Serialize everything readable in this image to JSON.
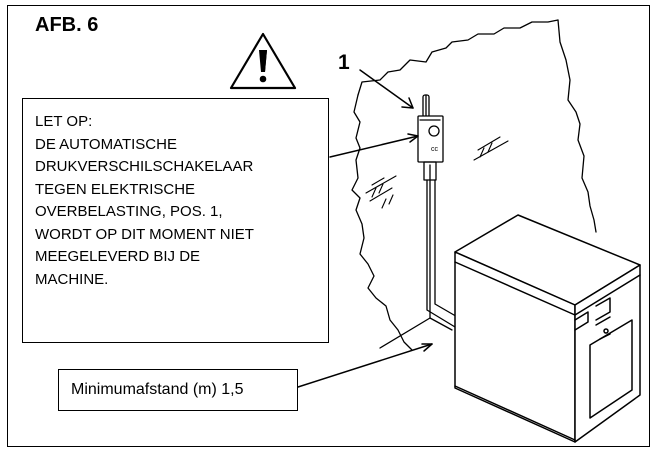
{
  "figure_title": "AFB. 6",
  "callout_number": "1",
  "warning": {
    "heading": "LET OP:",
    "lines": [
      "DE AUTOMATISCHE",
      "DRUKVERSCHILSCHAKELAAR",
      "TEGEN ELEKTRISCHE",
      "OVERBELASTING, POS. 1,",
      "WORDT OP DIT MOMENT NIET",
      "MEEGELEVERD BIJ DE",
      "MACHINE."
    ]
  },
  "distance_label": "Minimumafstand (m) 1,5",
  "switch_label": "cc",
  "icons": {
    "warning": "warning-triangle-icon"
  },
  "colors": {
    "line": "#000000",
    "background": "#ffffff"
  }
}
